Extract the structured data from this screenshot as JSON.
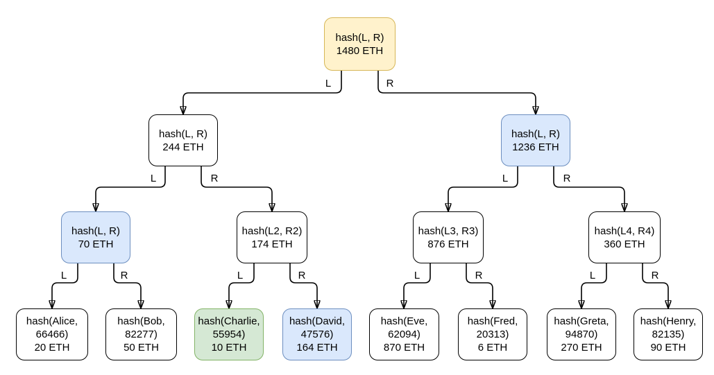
{
  "diagram": {
    "kind": "merkle-tree",
    "background": "#ffffff",
    "palette": {
      "root_fill": "#fff2cc",
      "root_border": "#d6b656",
      "blue_fill": "#dae8fc",
      "blue_border": "#6c8ebf",
      "green_fill": "#d5e8d4",
      "green_border": "#82b366",
      "default_fill": "#ffffff",
      "default_border": "#000000",
      "edge_color": "#000000",
      "text_color": "#000000"
    }
  },
  "nodes": {
    "root": {
      "label": "hash(L, R)",
      "amount": "1480 ETH",
      "highlight": "yellow"
    },
    "l": {
      "label": "hash(L, R)",
      "amount": "244 ETH",
      "highlight": "none"
    },
    "r": {
      "label": "hash(L, R)",
      "amount": "1236 ETH",
      "highlight": "blue"
    },
    "ll": {
      "label": "hash(L, R)",
      "amount": "70 ETH",
      "highlight": "blue"
    },
    "lr": {
      "label": "hash(L2, R2)",
      "amount": "174 ETH",
      "highlight": "none"
    },
    "rl": {
      "label": "hash(L3, R3)",
      "amount": "876 ETH",
      "highlight": "none"
    },
    "rr": {
      "label": "hash(L4, R4)",
      "amount": "360 ETH",
      "highlight": "none"
    },
    "leaf1": {
      "label": "hash(Alice, 66466)",
      "amount": "20 ETH",
      "highlight": "none"
    },
    "leaf2": {
      "label": "hash(Bob, 82277)",
      "amount": "50 ETH",
      "highlight": "none"
    },
    "leaf3": {
      "label": "hash(Charlie, 55954)",
      "amount": "10 ETH",
      "highlight": "green"
    },
    "leaf4": {
      "label": "hash(David, 47576)",
      "amount": "164 ETH",
      "highlight": "blue"
    },
    "leaf5": {
      "label": "hash(Eve, 62094)",
      "amount": "870 ETH",
      "highlight": "none"
    },
    "leaf6": {
      "label": "hash(Fred, 20313)",
      "amount": "6 ETH",
      "highlight": "none"
    },
    "leaf7": {
      "label": "hash(Greta, 94870)",
      "amount": "270 ETH",
      "highlight": "none"
    },
    "leaf8": {
      "label": "hash(Henry, 82135)",
      "amount": "90 ETH",
      "highlight": "none"
    }
  },
  "edges": {
    "root_l": "L",
    "root_r": "R",
    "l_l": "L",
    "l_r": "R",
    "r_l": "L",
    "r_r": "R",
    "ll_l": "L",
    "ll_r": "R",
    "lr_l": "L",
    "lr_r": "R",
    "rl_l": "L",
    "rl_r": "R",
    "rr_l": "L",
    "rr_r": "R"
  }
}
